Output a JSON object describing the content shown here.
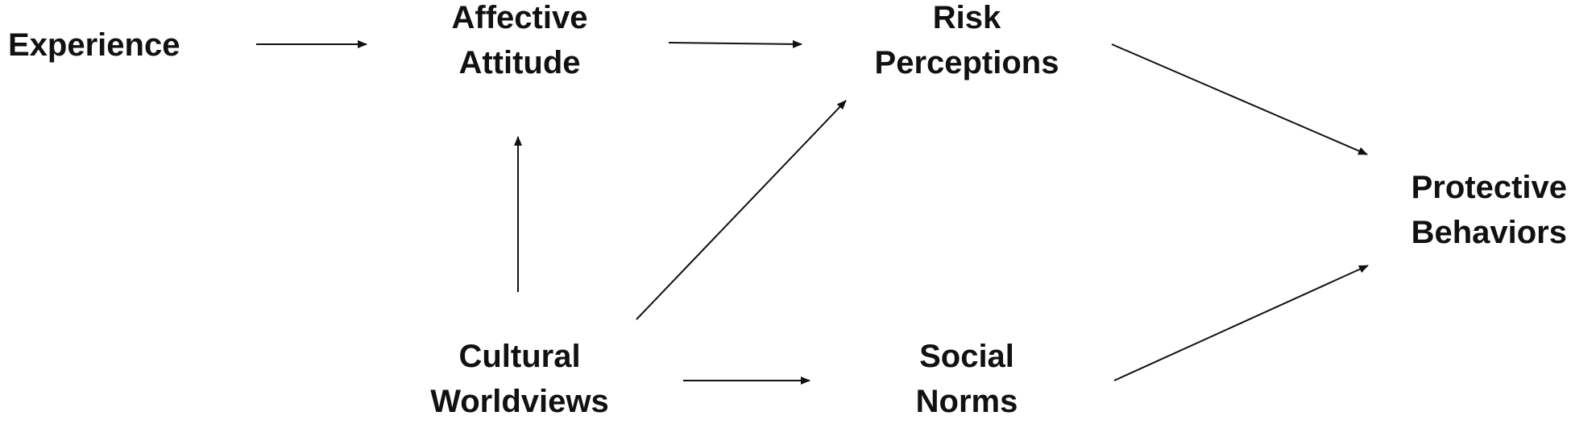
{
  "nodes": {
    "experience": {
      "lines": [
        "Experience"
      ]
    },
    "affective_attitude": {
      "lines": [
        "Affective",
        "Attitude"
      ]
    },
    "risk_perceptions": {
      "lines": [
        "Risk",
        "Perceptions"
      ]
    },
    "protective_behaviors": {
      "lines": [
        "Protective",
        "Behaviors"
      ]
    },
    "cultural_worldviews": {
      "lines": [
        "Cultural",
        "Worldviews"
      ]
    },
    "social_norms": {
      "lines": [
        "Social",
        "Norms"
      ]
    }
  },
  "edges": [
    {
      "from": "Experience",
      "to": "Affective Attitude"
    },
    {
      "from": "Affective Attitude",
      "to": "Risk Perceptions"
    },
    {
      "from": "Cultural Worldviews",
      "to": "Affective Attitude"
    },
    {
      "from": "Cultural Worldviews",
      "to": "Risk Perceptions"
    },
    {
      "from": "Cultural Worldviews",
      "to": "Social Norms"
    },
    {
      "from": "Risk Perceptions",
      "to": "Protective Behaviors"
    },
    {
      "from": "Social Norms",
      "to": "Protective Behaviors"
    }
  ]
}
